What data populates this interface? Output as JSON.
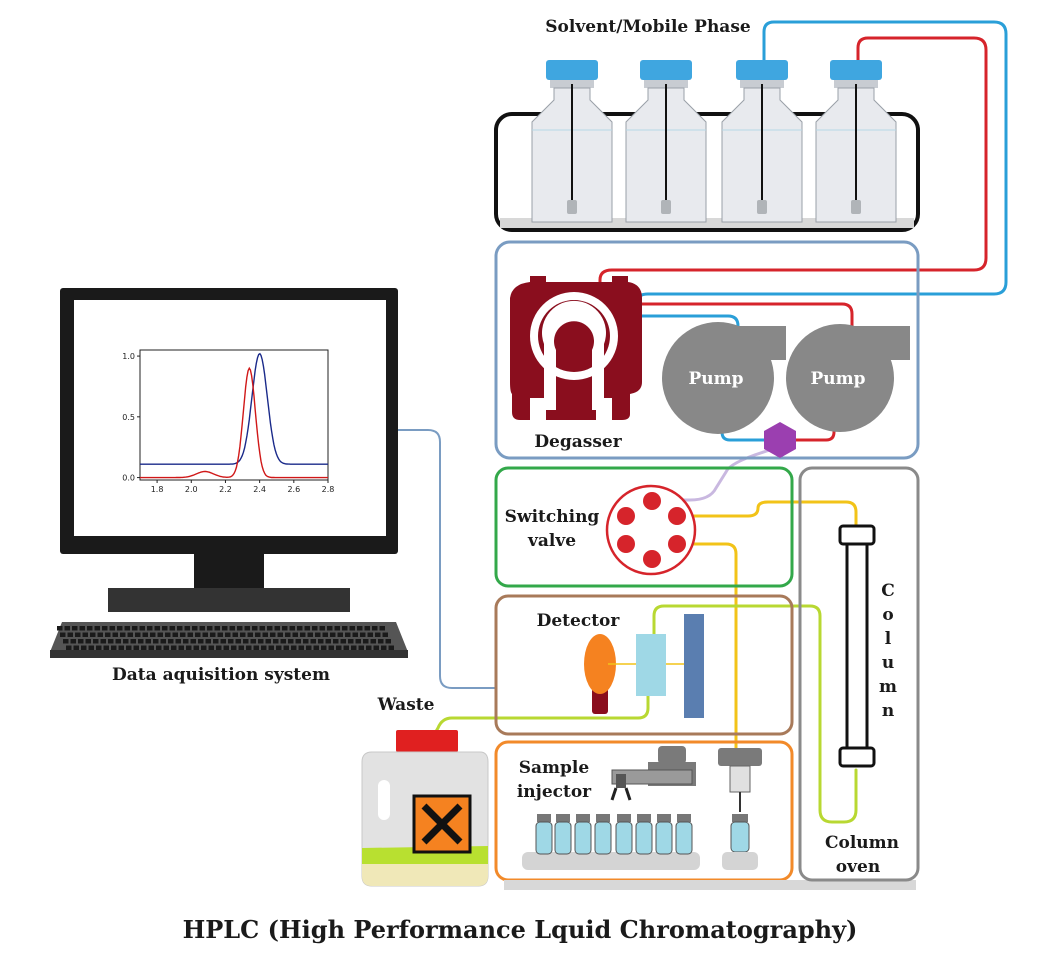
{
  "title": "HPLC (High Performance Lquid Chromatography)",
  "labels": {
    "solvent": "Solvent/Mobile Phase",
    "degasser": "Degasser",
    "pump1": "Pump",
    "pump2": "Pump",
    "switching_valve_line1": "Switching",
    "switching_valve_line2": "valve",
    "detector": "Detector",
    "sample_injector_line1": "Sample",
    "sample_injector_line2": "injector",
    "column_letters": [
      "C",
      "o",
      "l",
      "u",
      "m",
      "n"
    ],
    "column_oven_line1": "Column",
    "column_oven_line2": "oven",
    "waste": "Waste",
    "data_acquisition": "Data aquisition system"
  },
  "colors": {
    "blue_line": "#2a9fd8",
    "red_line": "#d6242b",
    "yellow_line": "#f2c318",
    "green_line": "#b8d832",
    "lavender_line": "#c9b8e0",
    "degasser_box": "#7a9cc2",
    "valve_box": "#33a84a",
    "detector_box": "#a87a5a",
    "injector_box": "#f28a2a",
    "oven_box": "#8a8a8a",
    "degasser_body": "#8a0e1e",
    "pump_grey": "#888888",
    "valve_purple": "#9b3fb0",
    "bottle_cap": "#3fa6e0"
  },
  "chart_data": {
    "type": "line",
    "xlim": [
      1.7,
      2.8
    ],
    "ylim": [
      -0.02,
      1.05
    ],
    "x_ticks": [
      "1.8",
      "2.0",
      "2.2",
      "2.4",
      "2.6",
      "2.8"
    ],
    "y_ticks": [
      "0.0",
      "0.5",
      "1.0"
    ],
    "series": [
      {
        "color": "#1a2a8a",
        "baseline": 0.11,
        "peak_x": 2.4,
        "peak_y": 1.02,
        "width": 0.045
      },
      {
        "color": "#d01818",
        "baseline": 0.0,
        "peak_x": 2.34,
        "peak_y": 0.9,
        "width": 0.035
      }
    ]
  }
}
